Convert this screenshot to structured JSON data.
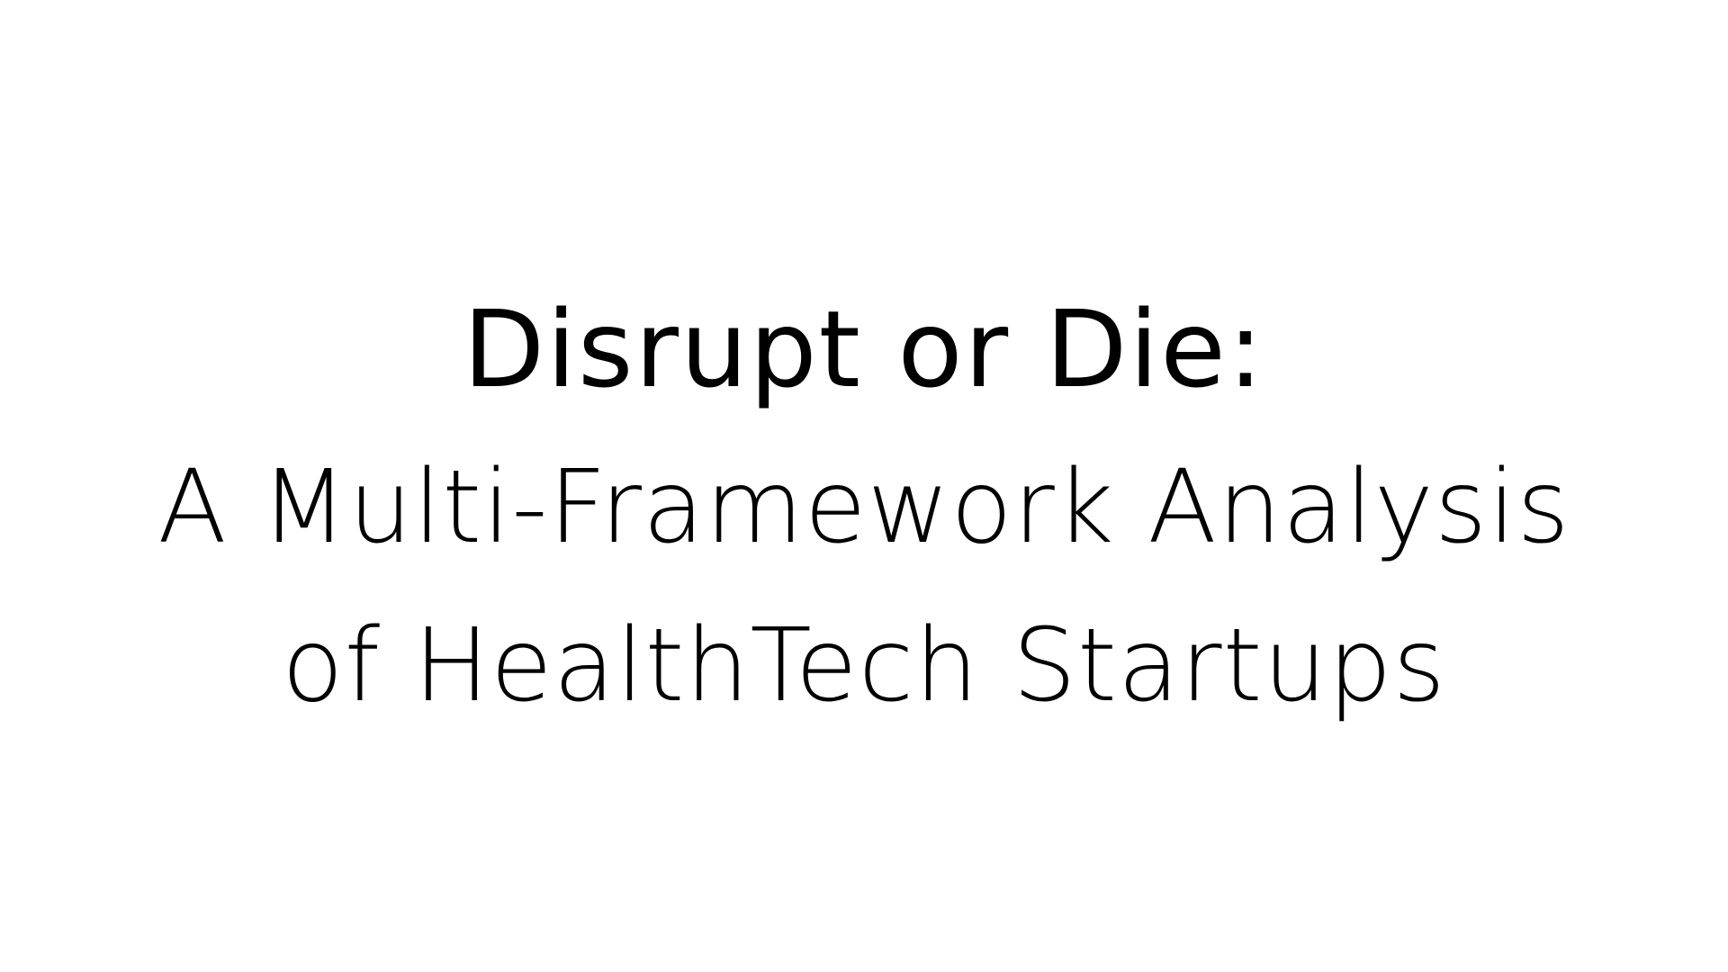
{
  "slide": {
    "title_line_1": "Disrupt or Die:",
    "title_line_2": "A Multi-Framework Analysis",
    "title_line_3": "of HealthTech Startups"
  }
}
